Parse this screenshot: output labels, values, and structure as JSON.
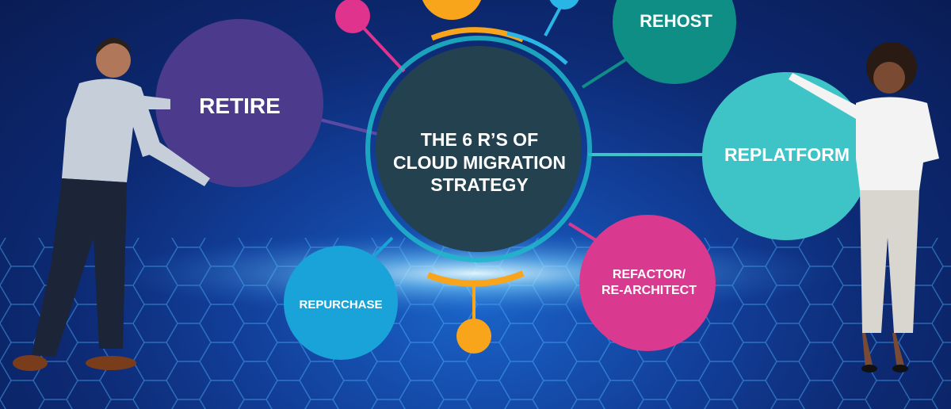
{
  "diagram": {
    "center": {
      "line1": "THE 6 R’S OF",
      "line2": "CLOUD MIGRATION",
      "line3": "STRATEGY"
    },
    "nodes": {
      "retire": "RETIRE",
      "rehost": "REHOST",
      "replatform": "REPLATFORM",
      "repurchase": "REPURCHASE",
      "refactor_line1": "REFACTOR/",
      "refactor_line2": "RE-ARCHITECT"
    },
    "colors": {
      "center": "#24414f",
      "ring_outer": "#1fb7c9",
      "retire": "#4c3b8c",
      "rehost": "#0f8e86",
      "replatform": "#3ec3c7",
      "repurchase": "#19a3d9",
      "refactor": "#d93a8f",
      "accent_orange": "#f8a51c",
      "accent_pink": "#e0338e",
      "accent_cyan": "#29b6e6"
    }
  }
}
